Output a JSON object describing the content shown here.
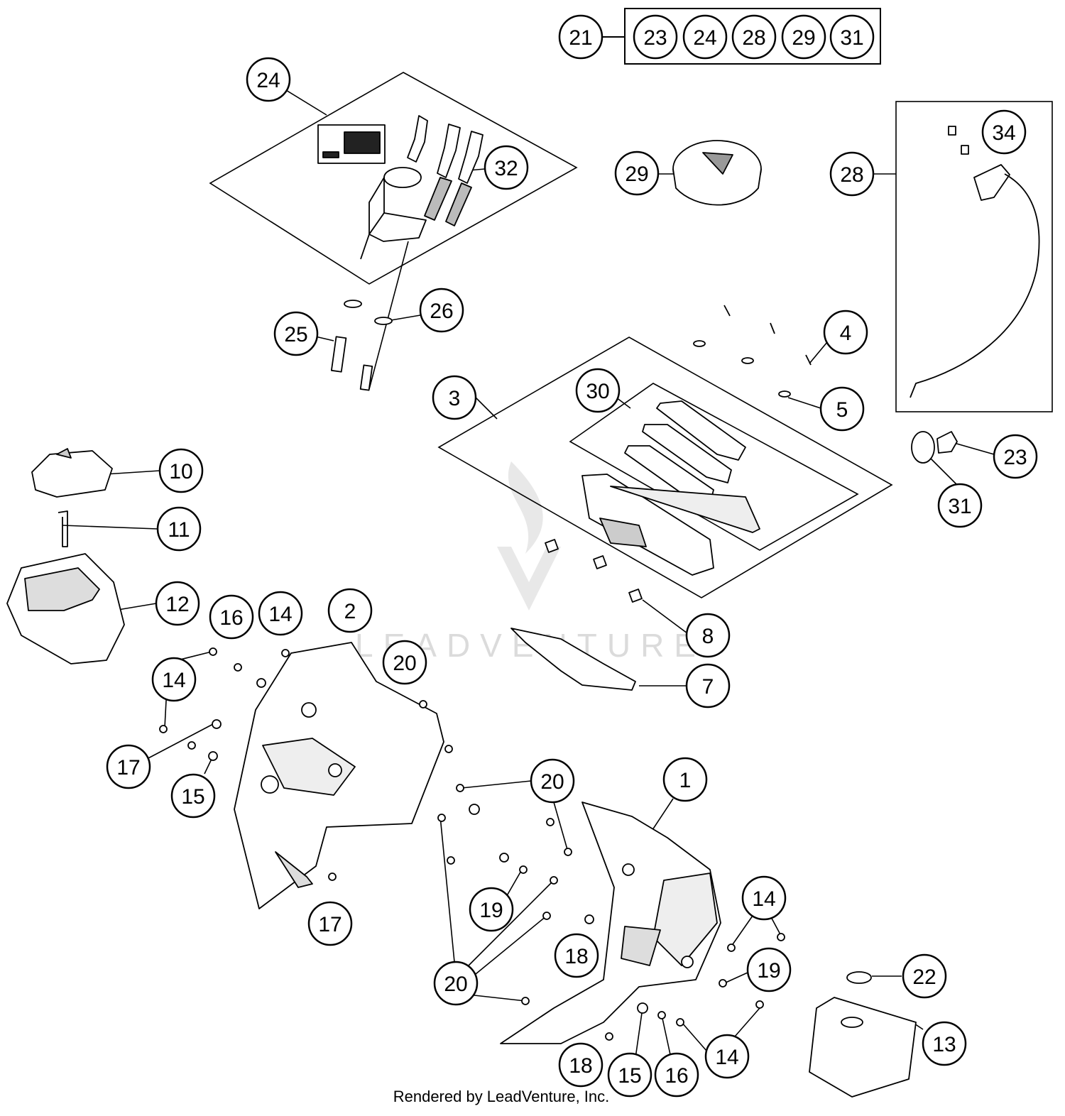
{
  "diagram": {
    "kit_reference": {
      "main": "21",
      "members": [
        "23",
        "24",
        "28",
        "29",
        "31"
      ]
    },
    "callouts": [
      "24",
      "32",
      "29",
      "34",
      "28",
      "26",
      "25",
      "4",
      "3",
      "30",
      "5",
      "23",
      "31",
      "10",
      "11",
      "12",
      "8",
      "7",
      "2",
      "20",
      "16",
      "14",
      "14",
      "17",
      "15",
      "20",
      "1",
      "19",
      "17",
      "18",
      "14",
      "19",
      "20",
      "22",
      "13",
      "18",
      "15",
      "16",
      "14"
    ],
    "watermark": "LEADVENTURE",
    "footer": "Rendered by LeadVenture, Inc."
  }
}
